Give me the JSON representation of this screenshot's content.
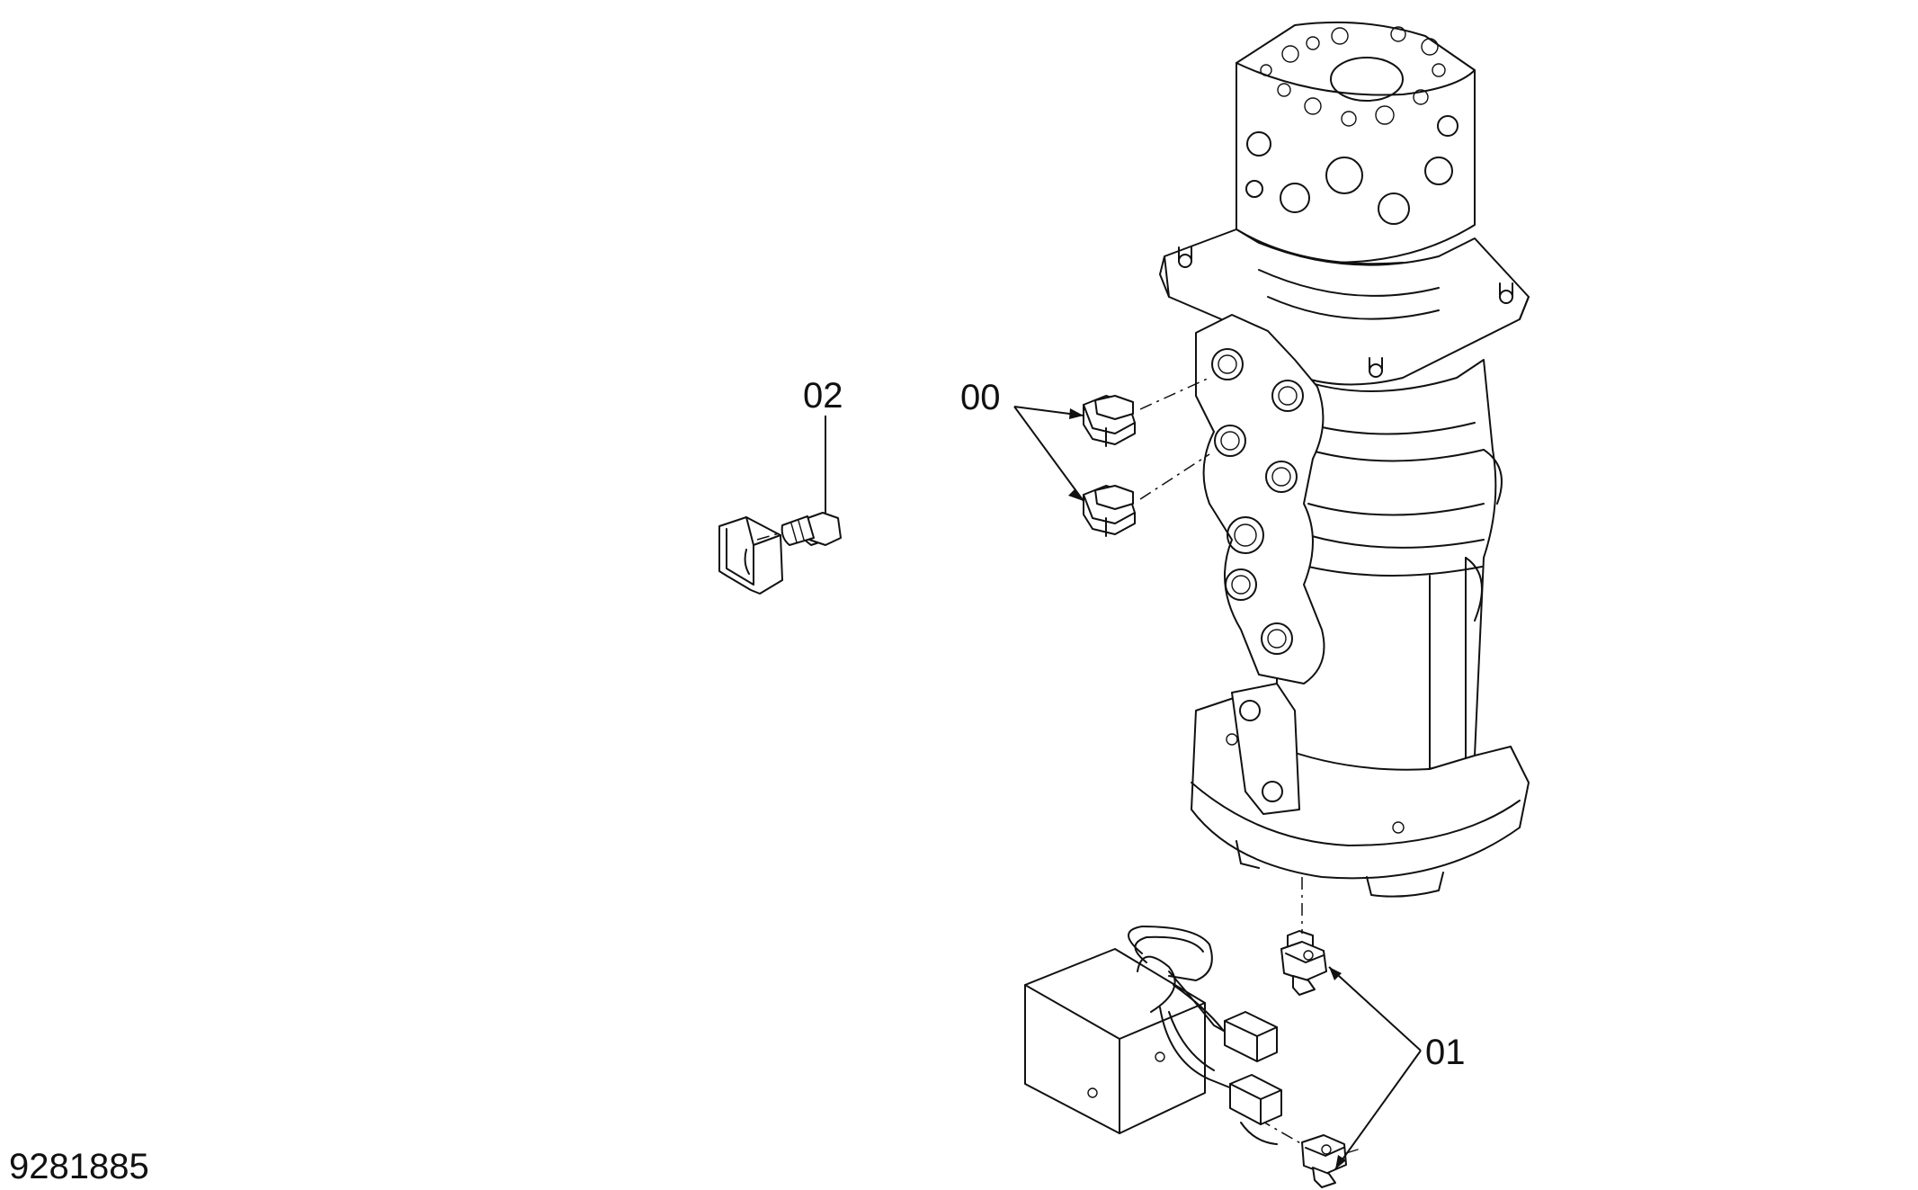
{
  "diagram": {
    "part_number": "9281885",
    "callouts": [
      {
        "id": "00",
        "text": "00"
      },
      {
        "id": "01",
        "text": "01"
      },
      {
        "id": "02",
        "text": "02"
      }
    ],
    "line_color": "#111111",
    "background": "#ffffff"
  }
}
